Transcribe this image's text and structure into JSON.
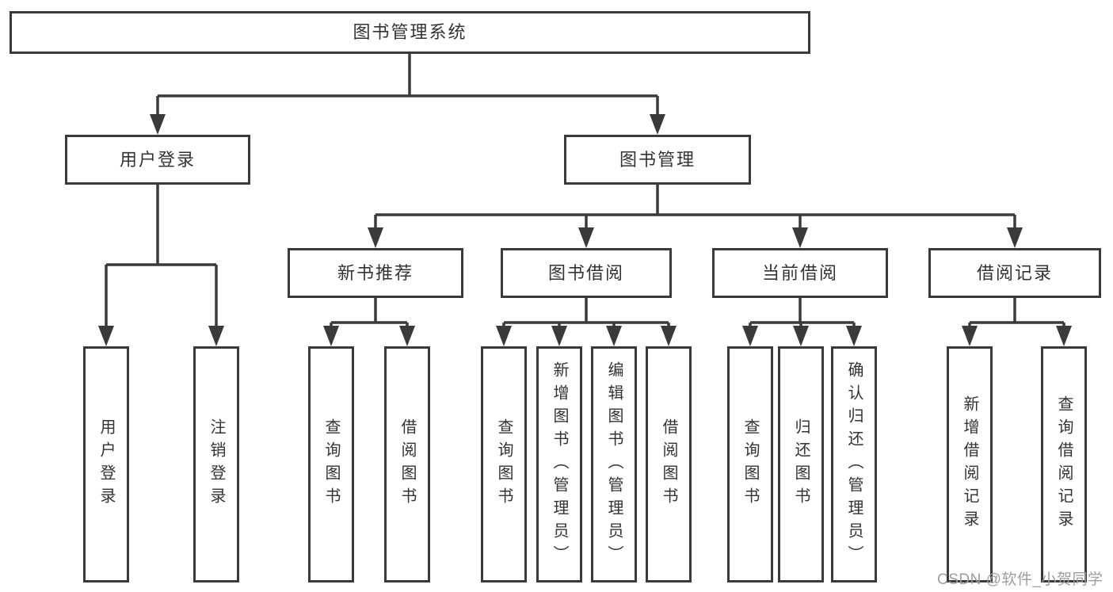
{
  "diagram": {
    "tree": {
      "label": "图书管理系统",
      "children": [
        {
          "label": "用户登录",
          "children": [
            {
              "label": "用户登录"
            },
            {
              "label": "注销登录"
            }
          ]
        },
        {
          "label": "图书管理",
          "children": [
            {
              "label": "新书推荐",
              "children": [
                {
                  "label": "查询图书"
                },
                {
                  "label": "借阅图书"
                }
              ]
            },
            {
              "label": "图书借阅",
              "children": [
                {
                  "label": "查询图书"
                },
                {
                  "label": "新增图书（管理员）"
                },
                {
                  "label": "编辑图书（管理员）"
                },
                {
                  "label": "借阅图书"
                }
              ]
            },
            {
              "label": "当前借阅",
              "children": [
                {
                  "label": "查询图书"
                },
                {
                  "label": "归还图书"
                },
                {
                  "label": "确认归还（管理员）"
                }
              ]
            },
            {
              "label": "借阅记录",
              "children": [
                {
                  "label": "新增借阅记录"
                },
                {
                  "label": "查询借阅记录"
                }
              ]
            }
          ]
        }
      ]
    }
  },
  "watermark": {
    "text": "CSDN @软件_小贺同学"
  },
  "colors": {
    "line": "#3a3a3a",
    "text": "#333333",
    "watermark": "#9e9e9e",
    "background": "#ffffff"
  }
}
